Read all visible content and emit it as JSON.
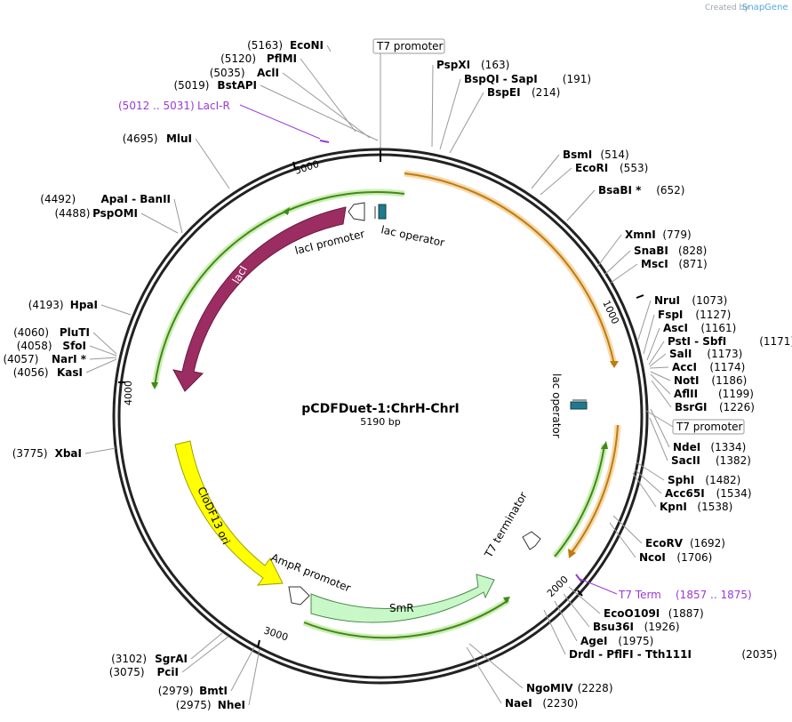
{
  "branding": {
    "created_by": "Created by",
    "product": "SnapGene"
  },
  "plasmid": {
    "name": "pCDFDuet-1:ChrH-ChrI",
    "size": "5190 bp"
  },
  "ticks": [
    "1000",
    "2000",
    "3000",
    "4000",
    "5000"
  ],
  "sites_left": [
    {
      "pos": "(5163)",
      "name": "EcoNI"
    },
    {
      "pos": "(5120)",
      "name": "PflMI"
    },
    {
      "pos": "(5035)",
      "name": "AclI"
    },
    {
      "pos": "(5019)",
      "name": "BstAPI"
    },
    {
      "pos": "(4695)",
      "name": "MluI"
    },
    {
      "pos": "(4492)",
      "name": "ApaI  - BanII"
    },
    {
      "pos": "(4488)",
      "name": "PspOMI"
    },
    {
      "pos": "(4193)",
      "name": "HpaI"
    },
    {
      "pos": "(4060)",
      "name": "PluTI"
    },
    {
      "pos": "(4058)",
      "name": "SfoI"
    },
    {
      "pos": "(4057)",
      "name": "NarI *"
    },
    {
      "pos": "(4056)",
      "name": "KasI"
    },
    {
      "pos": "(3775)",
      "name": "XbaI"
    },
    {
      "pos": "(3102)",
      "name": "SgrAI"
    },
    {
      "pos": "(3075)",
      "name": "PciI"
    },
    {
      "pos": "(2979)",
      "name": "BmtI"
    },
    {
      "pos": "(2975)",
      "name": "NheI"
    }
  ],
  "sites_right": [
    {
      "name": "PspXI",
      "pos": "(163)"
    },
    {
      "name": "BspQI  - SapI",
      "pos": "(191)"
    },
    {
      "name": "BspEI",
      "pos": "(214)"
    },
    {
      "name": "BsmI",
      "pos": "(514)"
    },
    {
      "name": "EcoRI",
      "pos": "(553)"
    },
    {
      "name": "BsaBI *",
      "pos": "(652)"
    },
    {
      "name": "XmnI",
      "pos": "(779)"
    },
    {
      "name": "SnaBI",
      "pos": "(828)"
    },
    {
      "name": "MscI",
      "pos": "(871)"
    },
    {
      "name": "NruI",
      "pos": "(1073)"
    },
    {
      "name": "FspI",
      "pos": "(1127)"
    },
    {
      "name": "AscI",
      "pos": "(1161)"
    },
    {
      "name": "PstI  - SbfI",
      "pos": "(1171)"
    },
    {
      "name": "SalI",
      "pos": "(1173)"
    },
    {
      "name": "AccI",
      "pos": "(1174)"
    },
    {
      "name": "NotI",
      "pos": "(1186)"
    },
    {
      "name": "AflII",
      "pos": "(1199)"
    },
    {
      "name": "BsrGI",
      "pos": "(1226)"
    },
    {
      "name": "NdeI",
      "pos": "(1334)"
    },
    {
      "name": "SacII",
      "pos": "(1382)"
    },
    {
      "name": "SphI",
      "pos": "(1482)"
    },
    {
      "name": "Acc65I",
      "pos": "(1534)"
    },
    {
      "name": "KpnI",
      "pos": "(1538)"
    },
    {
      "name": "EcoRV",
      "pos": "(1692)"
    },
    {
      "name": "NcoI",
      "pos": "(1706)"
    },
    {
      "name": "EcoO109I",
      "pos": "(1887)"
    },
    {
      "name": "Bsu36I",
      "pos": "(1926)"
    },
    {
      "name": "AgeI",
      "pos": "(1975)"
    },
    {
      "name": "DrdI  - PflFI  - Tth111I",
      "pos": "(2035)"
    },
    {
      "name": "NgoMIV",
      "pos": "(2228)"
    },
    {
      "name": "NaeI",
      "pos": "(2230)"
    }
  ],
  "primers": {
    "laci_r": {
      "range": "(5012 .. 5031)",
      "name": "LacI-R"
    },
    "t7_term": {
      "name": "T7 Term",
      "range": "(1857 .. 1875)"
    }
  },
  "features": {
    "t7_promoter_top": "T7 promoter",
    "t7_promoter_right": "T7 promoter",
    "lac_operator_top": "lac operator",
    "laci_promoter": "lacI promoter",
    "laci": "lacI",
    "lac_operator_right": "lac operator",
    "t7_terminator": "T7 terminator",
    "clodf13_ori": "CloDF13 ori",
    "ampr_promoter": "AmpR promoter",
    "smr": "SmR"
  },
  "colors": {
    "laci": "#9b2d62",
    "ori": "#ffff00",
    "smr": "#c8f7c8",
    "orf_orange": "#f0a030",
    "orf_green": "#4a9a1a",
    "operator": "#1f7a8c",
    "primer": "#9a3bd6"
  }
}
